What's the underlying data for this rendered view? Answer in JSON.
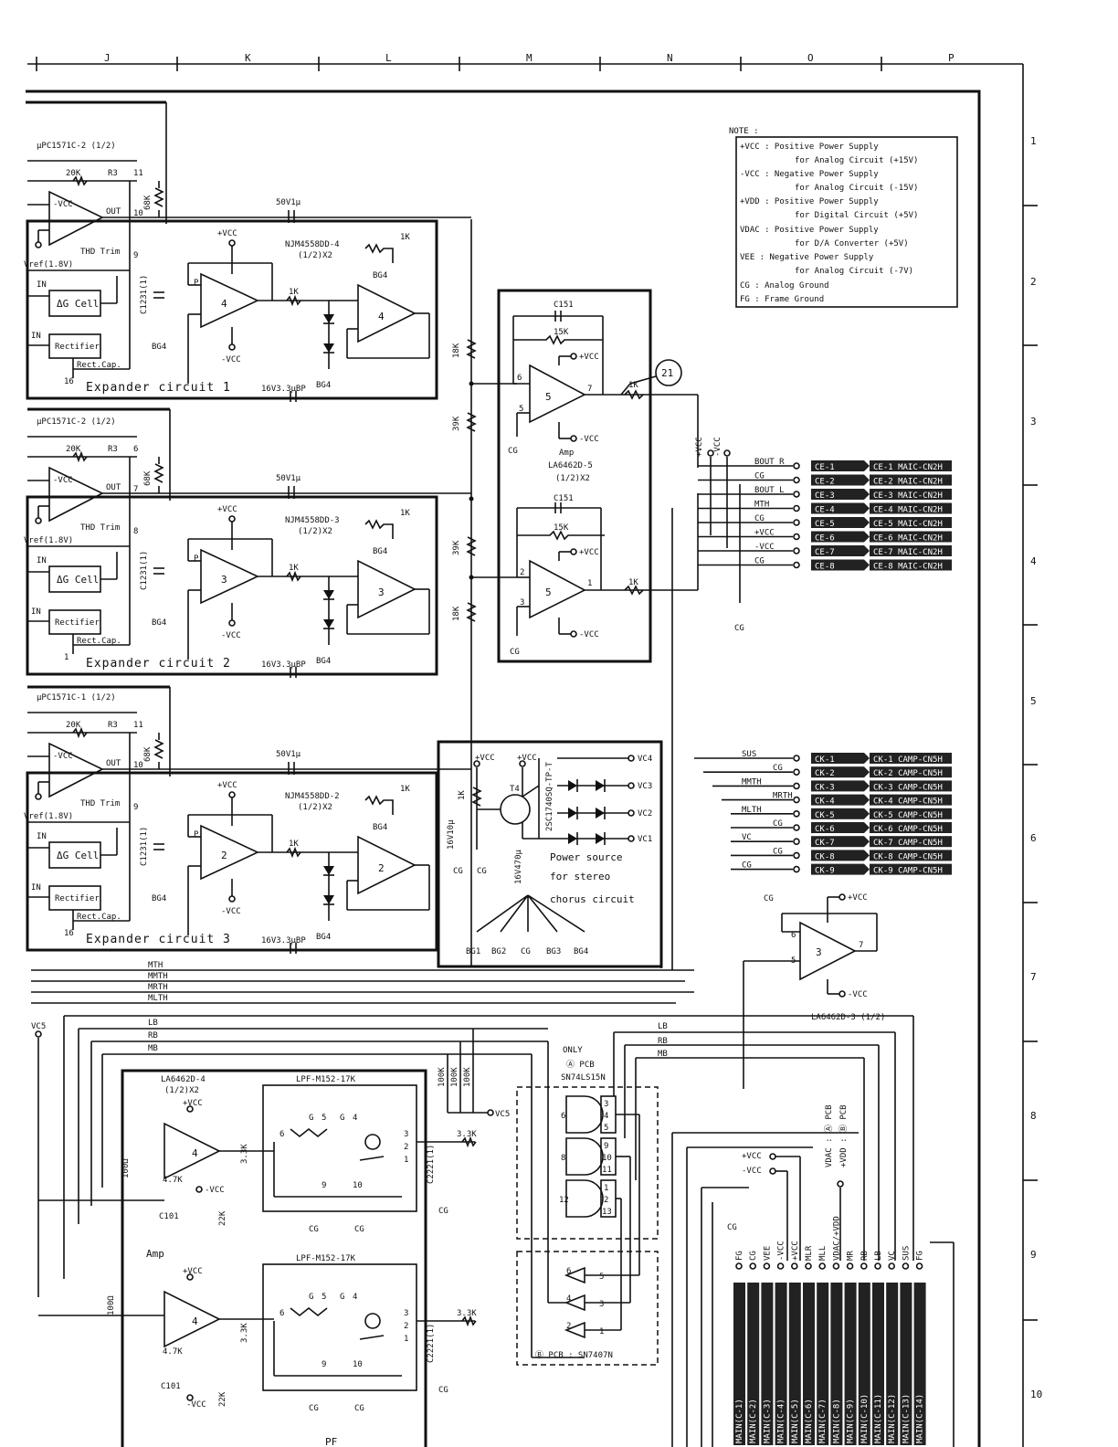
{
  "grid": {
    "columns": [
      "J",
      "K",
      "L",
      "M",
      "N",
      "O",
      "P"
    ],
    "rows": [
      "1",
      "2",
      "3",
      "4",
      "5",
      "6",
      "7",
      "8",
      "9",
      "10"
    ]
  },
  "note": {
    "title": "NOTE :",
    "lines": [
      "+VCC : Positive Power Supply",
      "for Analog Circuit (+15V)",
      "-VCC : Negative Power Supply",
      "for Analog Circuit (-15V)",
      "+VDD : Positive Power Supply",
      "for Digital Circuit (+5V)",
      "VDAC : Positive Power Supply",
      "for D/A Converter (+5V)",
      "VEE : Negative Power Supply",
      "for Analog Circuit (-7V)",
      "CG : Analog Ground",
      "FG : Frame Ground"
    ]
  },
  "expanders": [
    {
      "ic": "µPC1571C-2 (1/2)",
      "name": "Expander circuit 1",
      "opamp": "NJM4558DD-4",
      "opamp_sub": "(1/2)X2",
      "unit": "4",
      "r20": "20K",
      "r3": "R3",
      "r68": "68K",
      "pins": [
        "11",
        "10",
        "9",
        "16"
      ],
      "cap_top": "50V1µ",
      "cap_bot": "16V3.3µBP",
      "ccap": "C1231(1)",
      "bg": "BG4"
    },
    {
      "ic": "µPC1571C-2 (1/2)",
      "name": "Expander circuit 2",
      "opamp": "NJM4558DD-3",
      "opamp_sub": "(1/2)X2",
      "unit": "3",
      "r20": "20K",
      "r3": "R3",
      "r68": "68K",
      "pins": [
        "6",
        "7",
        "8",
        "1"
      ],
      "cap_top": "50V1µ",
      "cap_bot": "16V3.3µBP",
      "ccap": "C1231(1)",
      "bg": "BG4"
    },
    {
      "ic": "µPC1571C-1 (1/2)",
      "name": "Expander circuit 3",
      "opamp": "NJM4558DD-2",
      "opamp_sub": "(1/2)X2",
      "unit": "2",
      "r20": "20K",
      "r3": "R3",
      "r68": "68K",
      "pins": [
        "11",
        "10",
        "9",
        "16"
      ],
      "cap_top": "50V1µ",
      "cap_bot": "16V3.3µBP",
      "ccap": "C1231(1)",
      "bg": "BG4"
    }
  ],
  "block_labels": {
    "out": "OUT",
    "thd": "THD Trim",
    "dg": "ΔG Cell",
    "rect": "Rectifier",
    "rectcap": "Rect.Cap.",
    "vref": "Vref(1.8V)",
    "in": "IN",
    "vcc_pos": "+VCC",
    "vcc_neg": "-VCC",
    "r1k": "1K"
  },
  "amp": {
    "c151": "C151",
    "r15k": "15K",
    "unit": "5",
    "label": "Amp",
    "ic": "LA6462D-5",
    "sub": "(1/2)X2",
    "r18k": "18K",
    "r39k": "39K",
    "callout": "21",
    "cg": "CG"
  },
  "connector_ce": {
    "signals": [
      "BOUT R",
      "CG",
      "BOUT L",
      "MTH",
      "CG",
      "+VCC",
      "-VCC",
      "CG"
    ],
    "left": [
      "CE-1",
      "CE-2",
      "CE-3",
      "CE-4",
      "CE-5",
      "CE-6",
      "CE-7",
      "CE-8"
    ],
    "right": [
      "CE-1 MAIC-CN2H",
      "CE-2 MAIC-CN2H",
      "CE-3 MAIC-CN2H",
      "CE-4 MAIC-CN2H",
      "CE-5 MAIC-CN2H",
      "CE-6 MAIC-CN2H",
      "CE-7 MAIC-CN2H",
      "CE-8 MAIC-CN2H"
    ],
    "vcc_labels": [
      "+VCC",
      "-VCC"
    ]
  },
  "connector_ck": {
    "signals": [
      "SUS",
      "CG",
      "MMTH",
      "MRTH",
      "MLTH",
      "CG",
      "VC",
      "CG",
      "CG"
    ],
    "left": [
      "CK-1",
      "CK-2",
      "CK-3",
      "CK-4",
      "CK-5",
      "CK-6",
      "CK-7",
      "CK-8",
      "CK-9"
    ],
    "right": [
      "CK-1 CAMP-CN5H",
      "CK-2 CAMP-CN5H",
      "CK-3 CAMP-CN5H",
      "CK-4 CAMP-CN5H",
      "CK-5 CAMP-CN5H",
      "CK-6 CAMP-CN5H",
      "CK-7 CAMP-CN5H",
      "CK-8 CAMP-CN5H",
      "CK-9 CAMP-CN5H"
    ]
  },
  "power": {
    "vcc": "+VCC",
    "transistor": "T4",
    "part": "2SC1740SQ-TP-T",
    "outputs": [
      "VC4",
      "VC3",
      "VC2",
      "VC1"
    ],
    "cap1": "16V10µ",
    "cap2": "16V470µ",
    "r1k": "1K",
    "title": [
      "Power source",
      "for stereo",
      "chorus circuit"
    ],
    "grounds": [
      "BG1",
      "BG2",
      "CG",
      "BG3",
      "BG4"
    ]
  },
  "buffer": {
    "unit": "3",
    "vcc": "+VCC",
    "vneg": "-VCC",
    "label": "LA6462D-3 (1/2)",
    "cg": "CG"
  },
  "bus": [
    "MTH",
    "MMTH",
    "MRTH",
    "MLTH",
    "LB",
    "RB",
    "MB"
  ],
  "bus_right": [
    "LB",
    "RB",
    "MB"
  ],
  "lower_amp": {
    "ic": "LA6462D-4",
    "sub": "(1/2)X2",
    "unit": "4",
    "r47k": "4.7K",
    "c101": "C101",
    "r22k": "22K",
    "r100": "100Ω",
    "label": "Amp",
    "vc5": "VC5"
  },
  "lpf": {
    "name": "LPF-M152-17K",
    "pins_top": [
      "6",
      "5",
      "4",
      "3",
      "2",
      "1"
    ],
    "pins_bot": [
      "9",
      "10"
    ],
    "r33k": "3.3K",
    "cap": "C2221(1)",
    "g": "G"
  },
  "logic": {
    "note1": "ONLY",
    "pcb_a": "Ⓐ PCB",
    "ic_a": "SN74LS15N",
    "pcb_b": "Ⓑ PCB : SN7407N",
    "r100k": "100K",
    "vc5": "VC5",
    "nand_inputs": [
      "3",
      "4",
      "5",
      "9",
      "10",
      "11",
      "1",
      "2",
      "13"
    ],
    "nand_outputs": [
      "6",
      "8",
      "12"
    ],
    "buffers": [
      [
        "6",
        "5"
      ],
      [
        "4",
        "3"
      ],
      [
        "2",
        "1"
      ]
    ]
  },
  "vdac_labels": [
    "VDAC : Ⓐ PCB",
    "+VDD : Ⓑ PCB"
  ],
  "connector_bottom": {
    "signals": [
      "FG",
      "CG",
      "VEE",
      "-VCC",
      "+VCC",
      "MLR",
      "MLL",
      "VDAC/+VDD",
      "MR",
      "RB",
      "LB",
      "VC",
      "SUS",
      "FG"
    ],
    "pins": [
      "MAIN(C-1)",
      "MAIN(C-2)",
      "MAIN(C-3)",
      "MAIN(C-4)",
      "MAIN(C-5)",
      "MAIN(C-6)",
      "MAIN(C-7)",
      "MAIN(C-8)",
      "MAIN(C-9)",
      "MAIN(C-10)",
      "MAIN(C-11)",
      "MAIN(C-12)",
      "MAIN(C-13)",
      "MAIN(C-14)"
    ],
    "vcc_pos": "+VCC",
    "vcc_neg": "-VCC",
    "cg": "CG"
  },
  "page_footer": "PF"
}
